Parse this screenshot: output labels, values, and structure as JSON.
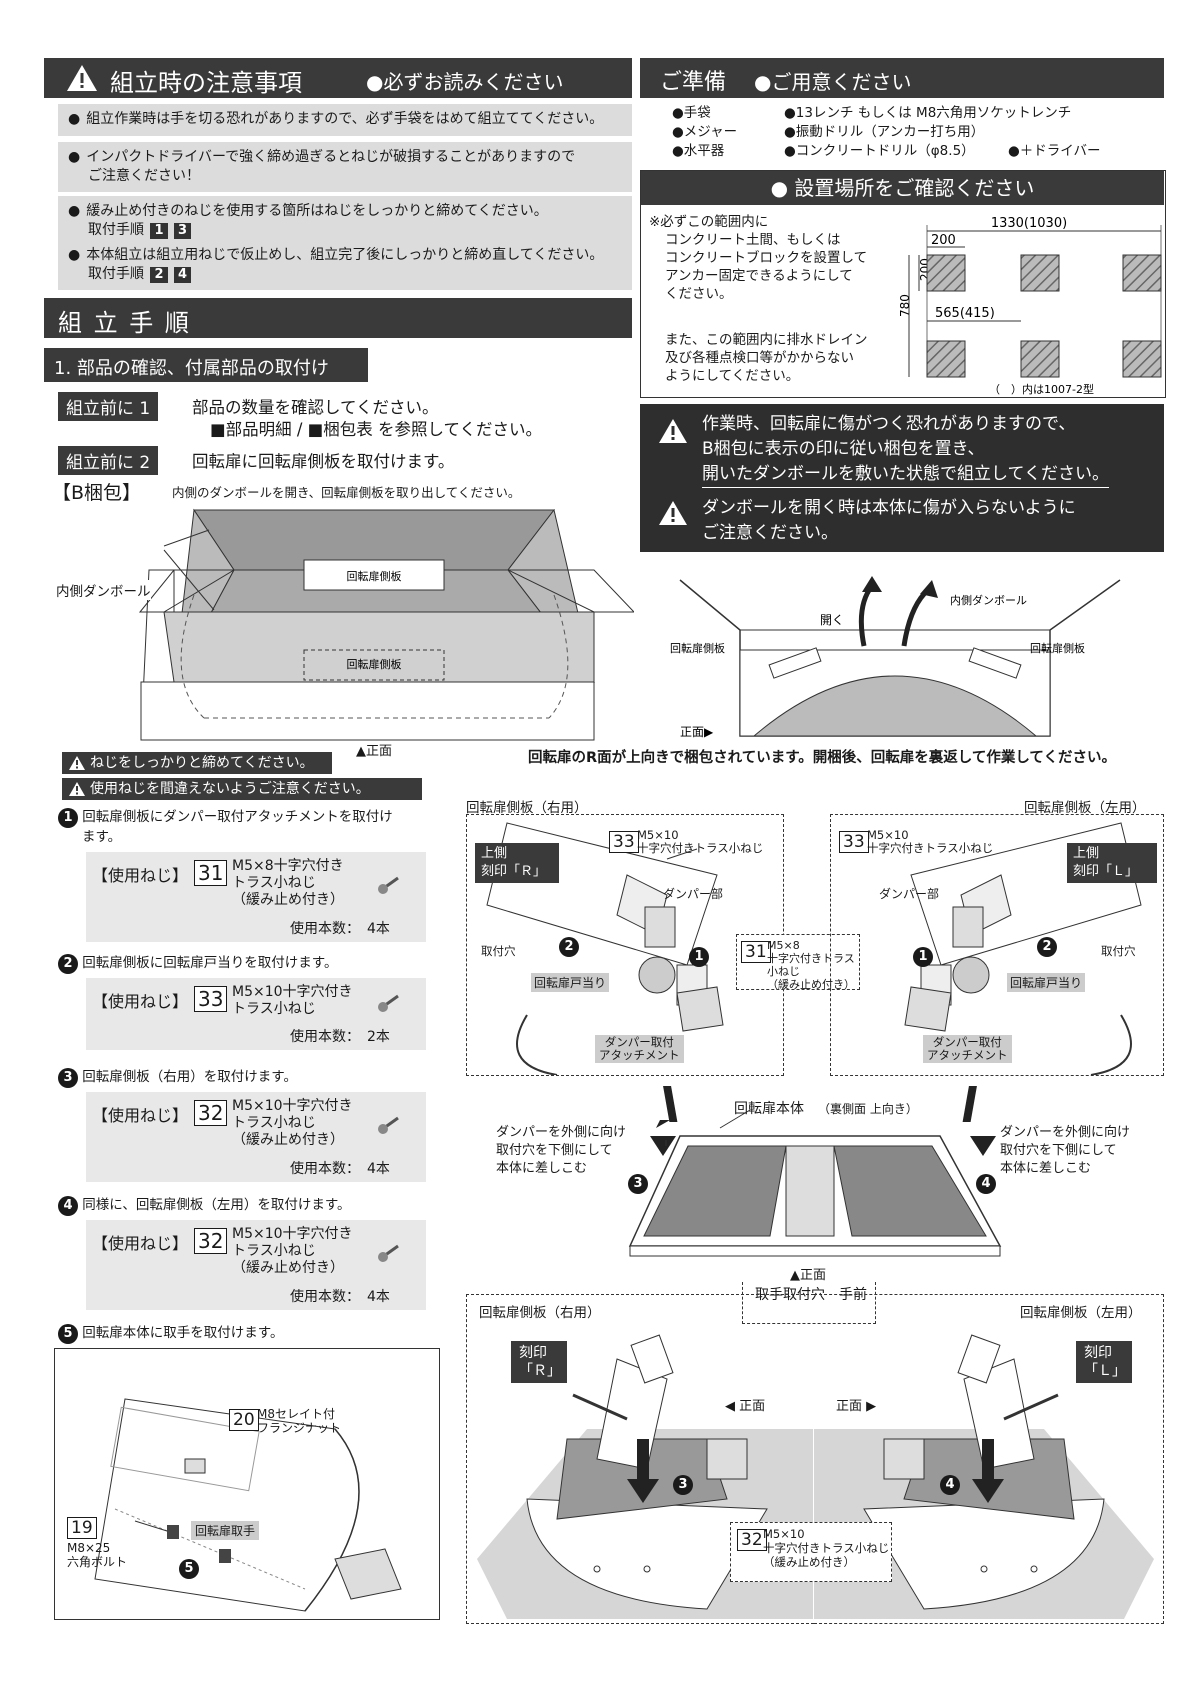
{
  "caution": {
    "title": "組立時の注意事項",
    "subtitle": "●必ずお読みください",
    "items": [
      "組立作業時は手を切る恐れがありますので、必ず手袋をはめて組立ててください。",
      "インパクトドライバーで強く締め過ぎるとねじが破損することがありますので",
      "ご注意ください！",
      "緩み止め付きのねじを使用する箇所はねじをしっかりと締めてください。",
      "取付手順",
      "本体組立は組立用ねじで仮止めし、組立完了後にしっかりと締め直してください。",
      "取付手順"
    ],
    "badges1": [
      "1",
      "3"
    ],
    "badges2": [
      "2",
      "4"
    ]
  },
  "prep": {
    "title": "ご準備",
    "subtitle": "●ご用意ください",
    "tools": [
      "●手袋",
      "●13レンチ もしくは M8六角用ソケットレンチ",
      "●メジャー",
      "●振動ドリル（アンカー打ち用）",
      "●水平器",
      "●コンクリートドリル（φ8.5）",
      "●＋ドライバー"
    ]
  },
  "site": {
    "title": "● 設置場所をご確認ください",
    "text1": [
      "※必ずこの範囲内に",
      "コンクリート土間、もしくは",
      "コンクリートブロックを設置して",
      "アンカー固定できるようにして",
      "ください。"
    ],
    "text2": [
      "また、この範囲内に排水ドレイン",
      "及び各種点検口等がかからない",
      "ようにしてください。"
    ],
    "dim_width": "1330(1030)",
    "dim_200a": "200",
    "dim_200b": "200",
    "dim_780": "780",
    "dim_565": "565(415)",
    "note": "（　）内は1007-2型"
  },
  "assembly": {
    "title": "組 立 手 順",
    "step1": "1. 部品の確認、付属部品の取付け",
    "pre1_label": "組立前に 1",
    "pre1_text": "部品の数量を確認してください。",
    "pre1_sub": "■部品明細 / ■梱包表 を参照してください。",
    "pre2_label": "組立前に 2",
    "pre2_text": "回転扉に回転扉側板を取付けます。",
    "b_pack": "【B梱包】",
    "b_pack_note": "内側のダンボールを開き、回転扉側板を取り出してください。",
    "inner_cardboard": "内側ダンボール",
    "side_panel": "回転扉側板",
    "front": "▲正面"
  },
  "warn_box": {
    "line1": "作業時、回転扉に傷がつく恐れがありますので、",
    "line2": "B梱包に表示の印に従い梱包を置き、",
    "line3": "開いたダンボールを敷いた状態で組立してください。",
    "line4": "ダンボールを開く時は本体に傷が入らないように",
    "line5": "ご注意ください。"
  },
  "box2": {
    "open": "開く",
    "inner": "内側ダンボール",
    "left_label": "回転扉側板",
    "right_label": "回転扉側板",
    "front": "正面▶",
    "caption": "回転扉のR面が上向きで梱包されています。開梱後、回転扉を裏返して作業してください。"
  },
  "warnings": [
    "ねじをしっかりと締めてください。",
    "使用ねじを間違えないようご注意ください。"
  ],
  "steps": [
    {
      "num": "1",
      "text": "回転扉側板にダンパー取付アタッチメントを取付け",
      "text2": "ます。",
      "label": "【使用ねじ】",
      "code": "31",
      "spec1": "M5×8十字穴付き",
      "spec2": "トラス小ねじ",
      "spec3": "（緩み止め付き）",
      "count": "使用本数：　4本"
    },
    {
      "num": "2",
      "text": "回転扉側板に回転扉戸当りを取付けます。",
      "label": "【使用ねじ】",
      "code": "33",
      "spec1": "M5×10十字穴付き",
      "spec2": "トラス小ねじ",
      "count": "使用本数：　2本"
    },
    {
      "num": "3",
      "text": "回転扉側板（右用）を取付けます。",
      "label": "【使用ねじ】",
      "code": "32",
      "spec1": "M5×10十字穴付き",
      "spec2": "トラス小ねじ",
      "spec3": "（緩み止め付き）",
      "count": "使用本数：　4本"
    },
    {
      "num": "4",
      "text": "同様に、回転扉側板（左用）を取付けます。",
      "label": "【使用ねじ】",
      "code": "32",
      "spec1": "M5×10十字穴付き",
      "spec2": "トラス小ねじ",
      "spec3": "（緩み止め付き）",
      "count": "使用本数：　4本"
    },
    {
      "num": "5",
      "text": "回転扉本体に取手を取付けます。"
    }
  ],
  "handle": {
    "code20": "20",
    "nut1": "M8セレイト付",
    "nut2": "フランジナット",
    "code19": "19",
    "bolt1": "M8×25",
    "bolt2": "六角ボルト",
    "handle": "回転扉取手",
    "num": "5"
  },
  "diagram": {
    "right_panel": "回転扉側板（右用）",
    "left_panel": "回転扉側板（左用）",
    "screw33_a": "M5×10",
    "screw33_b": "十字穴付きトラス小ねじ",
    "code33": "33",
    "upper_r1": "上側",
    "upper_r2": "刻印「Ｒ」",
    "upper_l1": "上側",
    "upper_l2": "刻印「Ｌ」",
    "damper": "ダンパー部",
    "hole": "取付穴",
    "stopper": "回転扉戸当り",
    "attach1": "ダンパー取付",
    "attach2": "アタッチメント",
    "code31": "31",
    "screw31_a": "M5×8",
    "screw31_b": "十字穴付きトラス小ねじ",
    "screw31_c": "（緩み止め付き）",
    "body": "回転扉本体",
    "body_note": "（裏側面 上向き）",
    "insert1": "ダンパーを外側に向け",
    "insert2": "取付穴を下側にして",
    "insert3": "本体に差しこむ",
    "front": "▲正面",
    "handle_hole": "取手取付穴",
    "near": "手前",
    "mark_r1": "刻印",
    "mark_r2": "「Ｒ」",
    "mark_l1": "刻印",
    "mark_l2": "「Ｌ」",
    "front_left": "◀ 正面",
    "front_right": "正面 ▶",
    "code32": "32",
    "screw32_a": "M5×10",
    "screw32_b": "十字穴付きトラス小ねじ",
    "screw32_c": "（緩み止め付き）",
    "n1": "1",
    "n2": "2",
    "n3": "3",
    "n4": "4"
  }
}
